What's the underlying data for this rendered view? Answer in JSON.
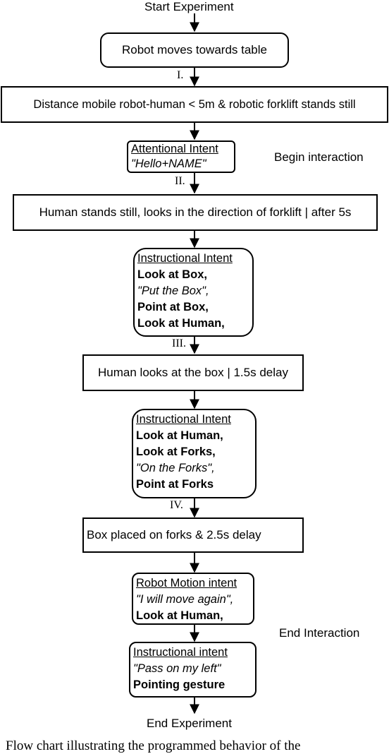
{
  "start_label": "Start Experiment",
  "end_label": "End Experiment",
  "begin_interaction": "Begin interaction",
  "end_interaction": "End Interaction",
  "steps": {
    "robot_moves": "Robot moves towards table",
    "distance": "Distance mobile robot-human < 5m & robotic forklift stands still",
    "human_still": "Human stands still, looks in the direction of forklift | after 5s",
    "human_looks_box": "Human looks at the box | 1.5s delay",
    "box_placed": "Box placed on forks & 2.5s delay"
  },
  "markers": [
    "I.",
    "II.",
    "III.",
    "IV."
  ],
  "intents": {
    "attentional": {
      "title": "Attentional Intent",
      "lines": [
        "\"Hello+NAME\""
      ]
    },
    "instructional1": {
      "title": "Instructional Intent",
      "lines": [
        "Look at Box,",
        "\"Put the Box\",",
        "Point at Box,",
        "Look at Human,"
      ]
    },
    "instructional2": {
      "title": "Instructional Intent",
      "lines": [
        "Look at Human,",
        "Look at Forks,",
        "\"On the Forks\",",
        "Point at Forks"
      ]
    },
    "motion": {
      "title": "Robot Motion intent",
      "lines": [
        "\"I will move again\",",
        "Look at Human,"
      ]
    },
    "instructional3": {
      "title": "Instructional intent",
      "lines": [
        "\"Pass on my left\"",
        "Pointing gesture"
      ]
    }
  },
  "caption": "Flow chart illustrating the programmed behavior of the"
}
